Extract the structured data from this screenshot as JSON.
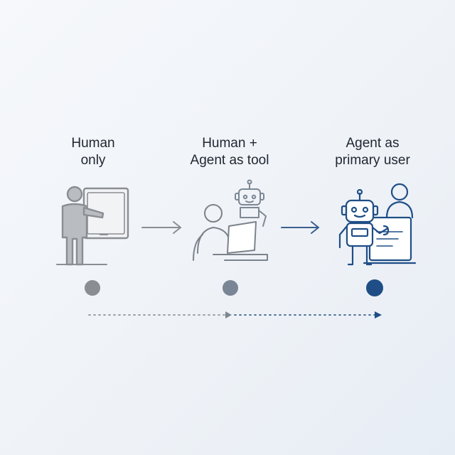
{
  "stages": [
    {
      "line1": "Human",
      "line2": "only"
    },
    {
      "line1": "Human +",
      "line2": "Agent as tool"
    },
    {
      "line1": "Agent as",
      "line2": "primary user"
    }
  ],
  "icons": [
    "presenter-icon",
    "human-with-robot-icon",
    "robot-with-human-icon"
  ],
  "colors": {
    "stage1": "#888c91",
    "stage2": "#7d8894",
    "stage3": "#1f4e86",
    "text": "#1f2630"
  }
}
